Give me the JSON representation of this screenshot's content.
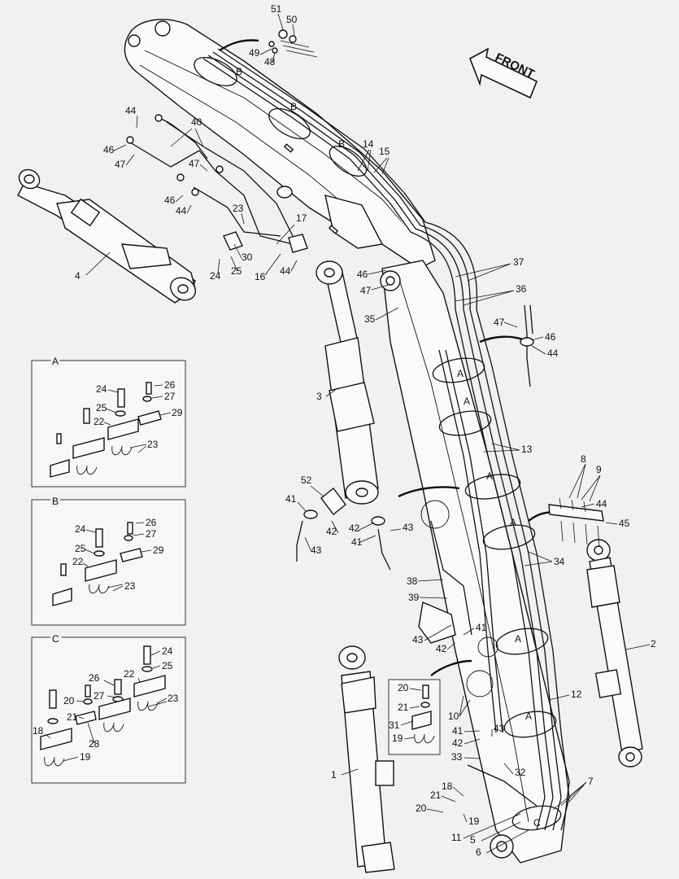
{
  "front_arrow": {
    "label": "FRONT"
  },
  "detail_letters": [
    "A",
    "A",
    "A",
    "A",
    "A",
    "A",
    "B",
    "B",
    "B",
    "C"
  ],
  "detail_panels": [
    {
      "title": "A",
      "callouts": [
        "24",
        "26",
        "27",
        "25",
        "29",
        "22",
        "23"
      ]
    },
    {
      "title": "B",
      "callouts": [
        "24",
        "26",
        "27",
        "25",
        "29",
        "22",
        "23"
      ]
    },
    {
      "title": "C",
      "callouts": [
        "24",
        "25",
        "26",
        "22",
        "27",
        "20",
        "21",
        "23",
        "18",
        "28",
        "19"
      ]
    }
  ],
  "small_detail": {
    "callouts": [
      "20",
      "21",
      "31",
      "19"
    ]
  },
  "callouts": [
    "1",
    "2",
    "3",
    "4",
    "5",
    "6",
    "7",
    "8",
    "9",
    "10",
    "11",
    "12",
    "13",
    "14",
    "15",
    "16",
    "17",
    "18",
    "19",
    "20",
    "21",
    "23",
    "24",
    "25",
    "30",
    "32",
    "33",
    "34",
    "35",
    "36",
    "37",
    "38",
    "39",
    "40",
    "41",
    "42",
    "43",
    "44",
    "45",
    "46",
    "47",
    "48",
    "49",
    "50",
    "51",
    "52"
  ]
}
